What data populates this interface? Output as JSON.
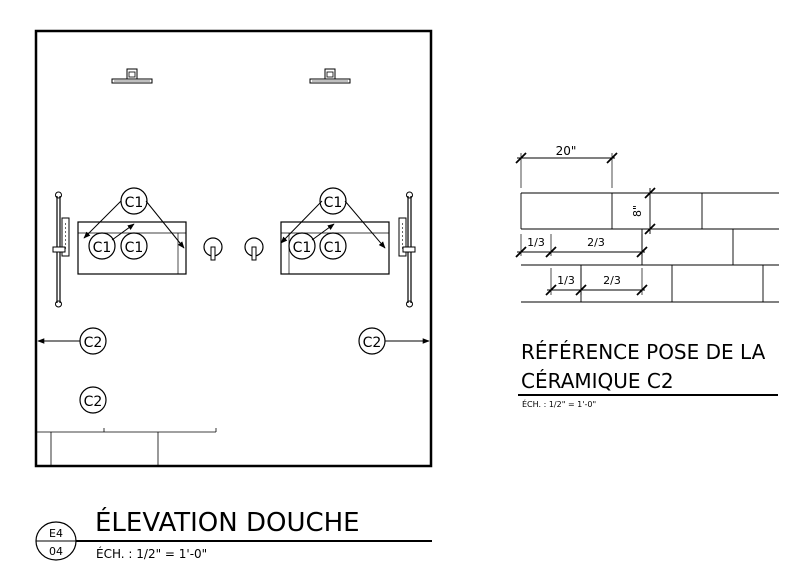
{
  "elevation": {
    "title": "ÉLEVATION DOUCHE",
    "scale": "ÉCH. : 1/2\" = 1'-0\"",
    "sheet_top": "E4",
    "sheet_bottom": "04"
  },
  "reference": {
    "title_line1": "RÉFÉRENCE POSE DE LA",
    "title_line2": "CÉRAMIQUE C2",
    "scale": "ÉCH. : 1/2\" = 1'-0\""
  },
  "tags": {
    "c1": "C1",
    "c2": "C2"
  },
  "dimensions": {
    "tile_width": "20\"",
    "tile_height": "8\"",
    "one_third": "1/3",
    "two_thirds": "2/3"
  }
}
